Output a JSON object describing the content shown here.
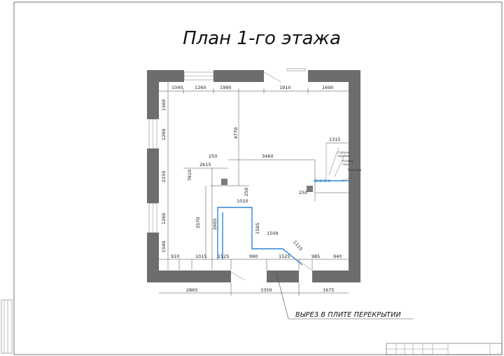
{
  "title": "План 1-го этажа",
  "note": "ВЫРЕЗ В ПЛИТЕ ПЕРЕКРЫТИИ",
  "colors": {
    "wall": "#6d6d6d",
    "cutout": "#2c86d4",
    "line": "#444444"
  },
  "dims_top": [
    "1040",
    "1260",
    "1990",
    "1910",
    "1690"
  ],
  "dims_left": [
    "1560",
    "1260",
    "2250",
    "1260",
    "1540"
  ],
  "dims_bottom_inner": [
    "910",
    "1015",
    "1525",
    "990",
    "1525",
    "985",
    "940"
  ],
  "dims_bottom_outer": [
    "2865",
    "3350",
    "1675"
  ],
  "dims_interior": {
    "d4770": "4770",
    "d250a": "250",
    "d3460": "3460",
    "d2615": "2615",
    "d7810": "7810",
    "d250b": "250",
    "d1010": "1010",
    "d3570": "3570",
    "d2605": "2605",
    "d1585": "1585",
    "d1509": "1509",
    "d1115": "1115",
    "d1315": "1315",
    "d250c": "250"
  },
  "stair_labels": [
    "ступени",
    "подъема",
    "Кладка",
    "газа",
    "Лестница"
  ]
}
